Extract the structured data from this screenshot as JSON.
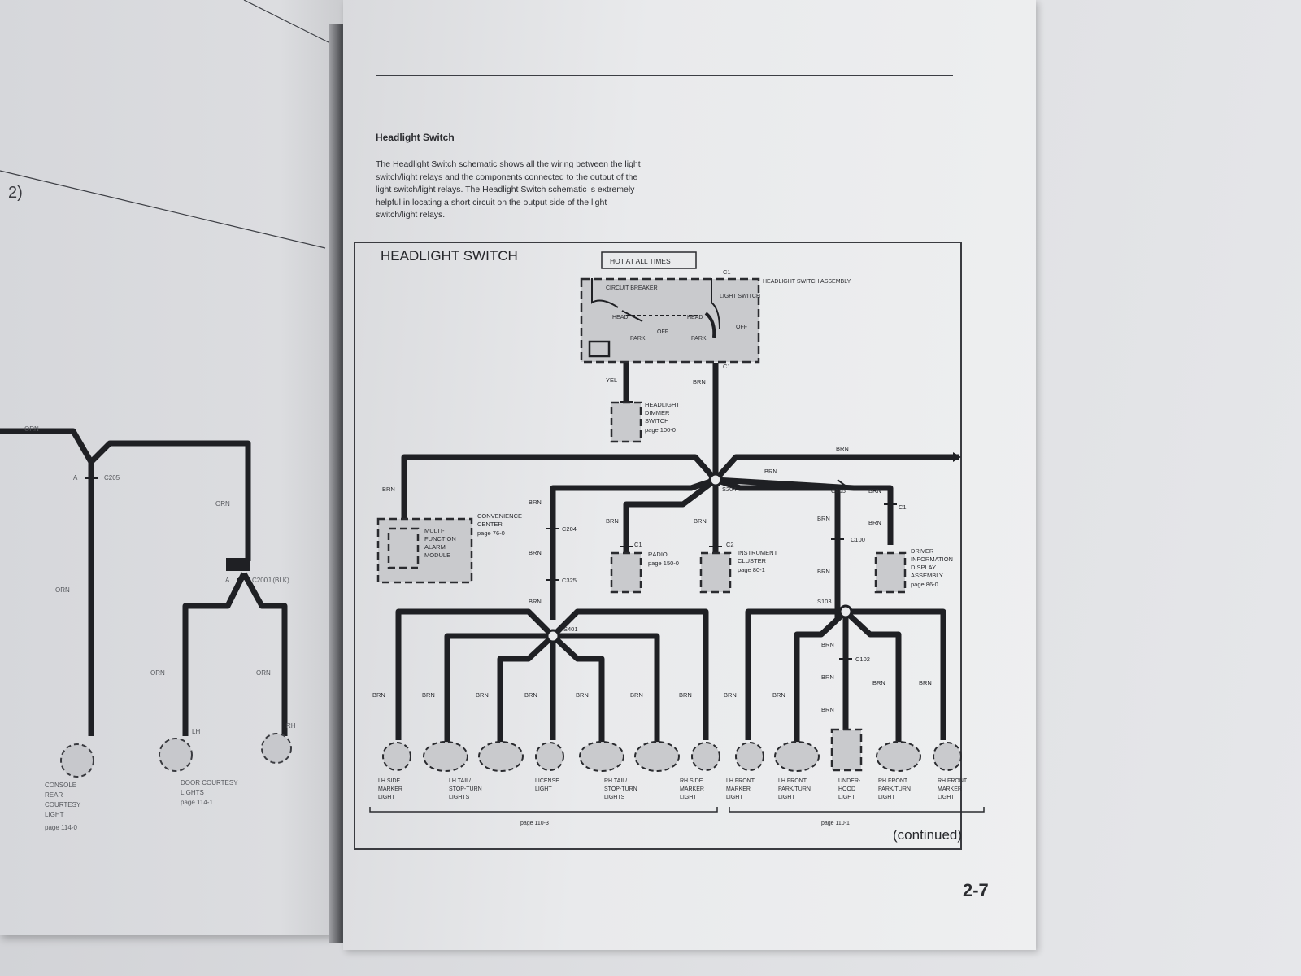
{
  "right_page": {
    "section_title": "Headlight Switch",
    "intro_text": "The Headlight Switch schematic shows all the wiring between the light switch/light relays and the components connected to the output of the light switch/light relays. The Headlight Switch schematic is extremely helpful in locating a short circuit on the output side of the light switch/light relays.",
    "page_number": "2-7"
  },
  "diagram": {
    "title": "HEADLIGHT SWITCH",
    "continued": "(continued)",
    "hot_label": "HOT AT ALL TIMES",
    "switch_assembly": "HEADLIGHT SWITCH ASSEMBLY",
    "circuit_breaker": "CIRCUIT BREAKER",
    "light_switch": "LIGHT SWITCH",
    "head": "HEAD",
    "park": "PARK",
    "off": "OFF",
    "dimmer": [
      "HEADLIGHT",
      "DIMMER",
      "SWITCH",
      "page 100-0"
    ],
    "wire_brn": "BRN",
    "wire_yel": "YEL",
    "wire_orn": "ORN",
    "splice_s204": "S204",
    "splice_s401": "S401",
    "splice_s103": "S103",
    "conn_c205": "C205",
    "conn_c204": "C204",
    "conn_c325": "C325",
    "conn_c100": "C100",
    "conn_c102": "C102",
    "conn_c1": "C1",
    "conn_c2": "C2",
    "convenience_center": [
      "CONVENIENCE",
      "CENTER",
      "page 76-0"
    ],
    "mfa_module": [
      "MULTI-",
      "FUNCTION",
      "ALARM",
      "MODULE"
    ],
    "radio": [
      "RADIO",
      "page 150-0"
    ],
    "instrument_cluster": [
      "INSTRUMENT",
      "CLUSTER",
      "page 80-1"
    ],
    "dic": [
      "DRIVER",
      "INFORMATION",
      "DISPLAY",
      "ASSEMBLY",
      "page 86-0"
    ],
    "rear_lights": [
      [
        "LH SIDE",
        "MARKER",
        "LIGHT"
      ],
      [
        "LH TAIL/",
        "STOP-TURN",
        "LIGHTS"
      ],
      [
        "LICENSE",
        "LIGHT"
      ],
      [
        "RH TAIL/",
        "STOP-TURN",
        "LIGHTS"
      ],
      [
        "RH SIDE",
        "MARKER",
        "LIGHT"
      ]
    ],
    "front_lights": [
      [
        "LH FRONT",
        "MARKER",
        "LIGHT"
      ],
      [
        "LH FRONT",
        "PARK/TURN",
        "LIGHT"
      ],
      [
        "UNDER-",
        "HOOD",
        "LIGHT"
      ],
      [
        "RH FRONT",
        "PARK/TURN",
        "LIGHT"
      ],
      [
        "RH FRONT",
        "MARKER",
        "LIGHT"
      ]
    ],
    "rear_page": "page 110-3",
    "front_page": "page 110-1"
  },
  "left_page": {
    "marker": "2)",
    "wire": "ORN",
    "conn_c205": "C205",
    "conn_c200j": "C200J (BLK)",
    "pin_a": "A",
    "lh": "LH",
    "rh": "RH",
    "console_light": [
      "CONSOLE",
      "REAR",
      "COURTESY",
      "LIGHT",
      "page 114-0"
    ],
    "door_lights": [
      "DOOR COURTESY",
      "LIGHTS",
      "page 114-1"
    ]
  }
}
